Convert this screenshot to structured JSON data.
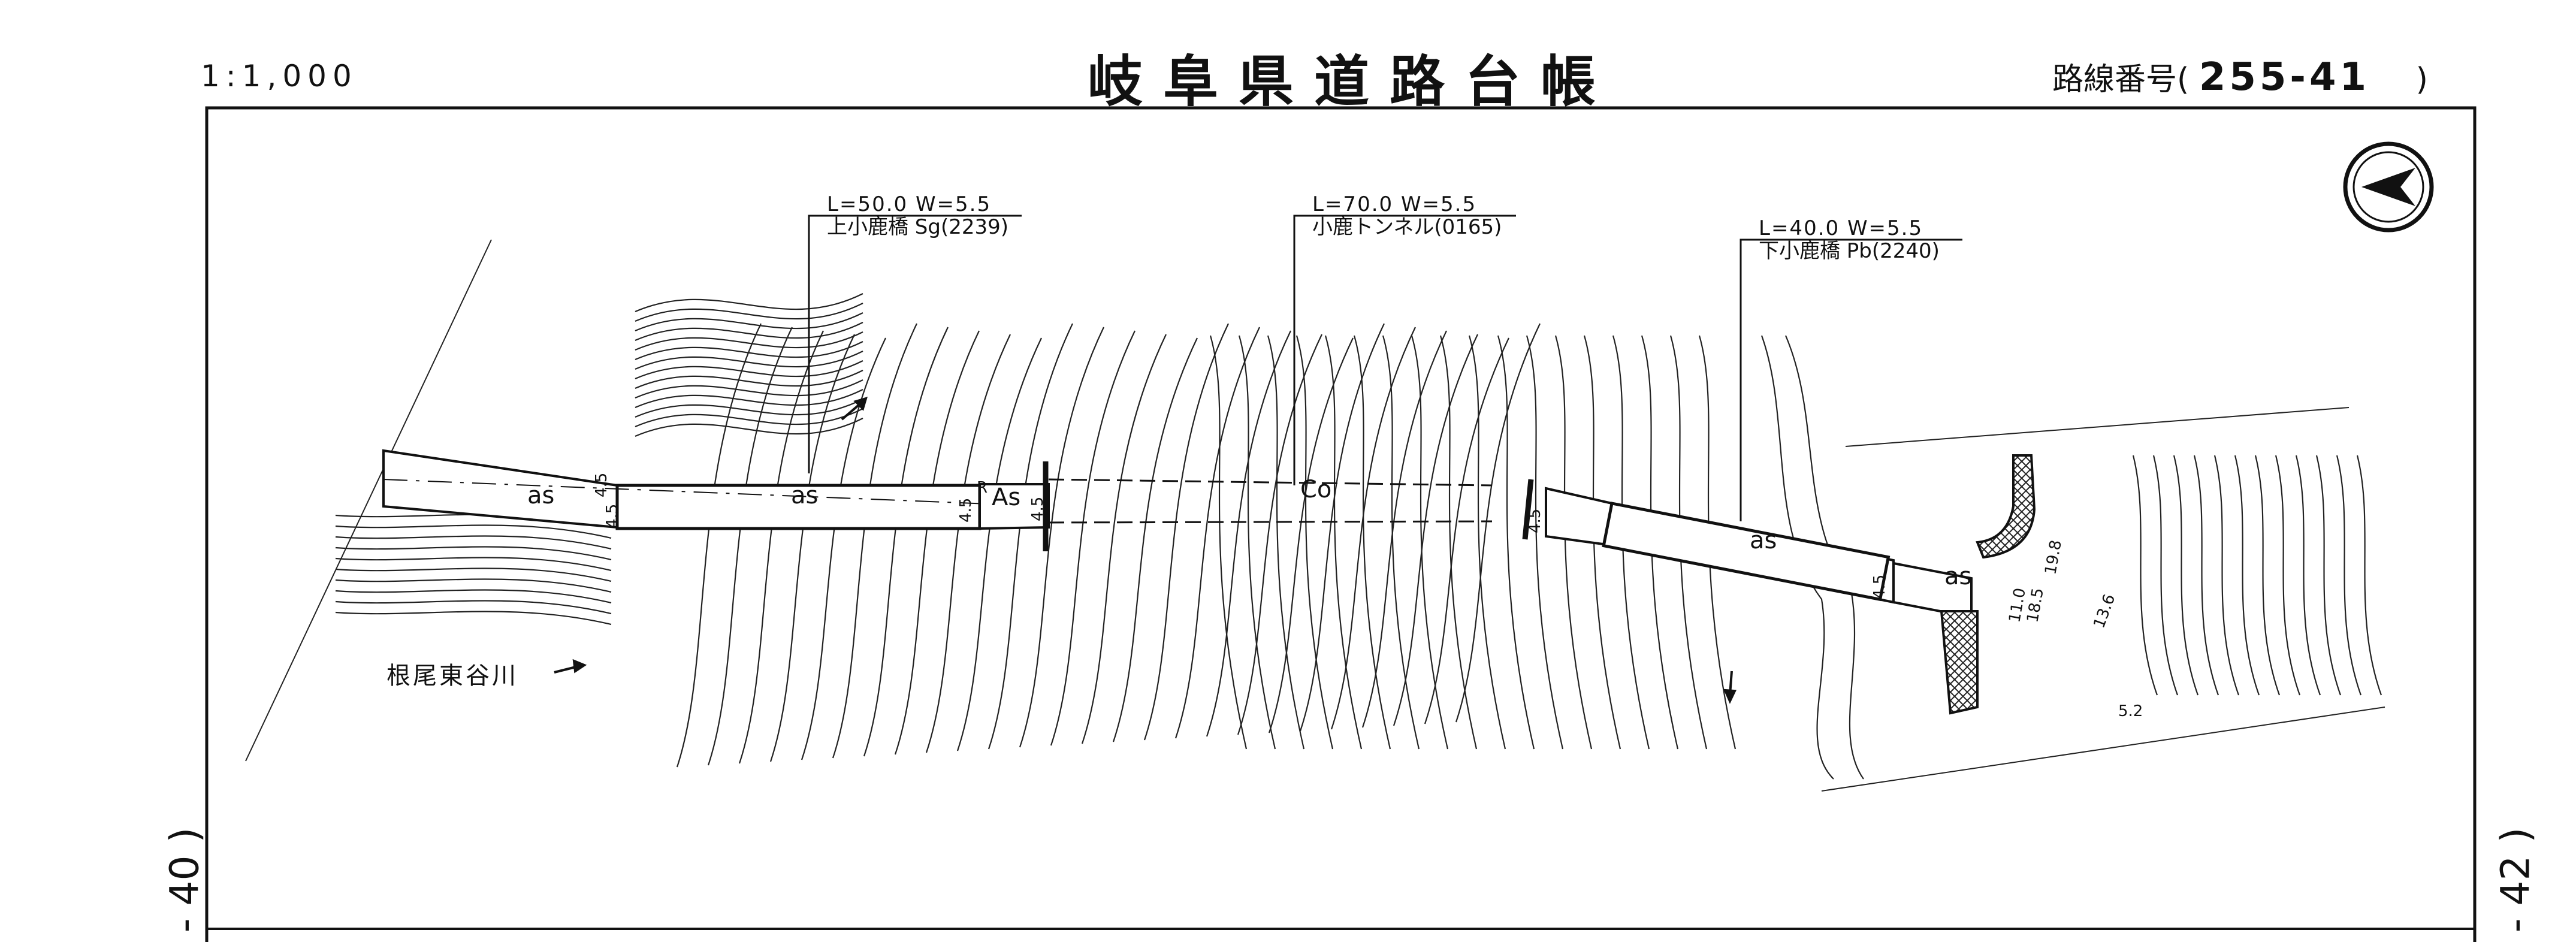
{
  "header": {
    "scale": "1:1,000",
    "title": "岐阜県道路台帳",
    "route_prefix": "路線番号(",
    "route_number": "255-41",
    "route_suffix": ")"
  },
  "adjacent_sheets": {
    "left": "- 40 )",
    "right": "- 42 )"
  },
  "structures": [
    {
      "dims": "L=50.0 W=5.5",
      "name": "上小鹿橋 Sg(2239)"
    },
    {
      "dims": "L=70.0 W=5.5",
      "name": "小鹿トンネル(0165)"
    },
    {
      "dims": "L=40.0 W=5.5",
      "name": "下小鹿橋 Pb(2240)"
    }
  ],
  "river_name": "根尾東谷川",
  "road_labels": {
    "as1": "as",
    "as2": "as",
    "as3": "As",
    "co": "Co",
    "as4": "as",
    "as5": "as",
    "r": "R",
    "widths": [
      "4.5",
      "4.5",
      "4.5",
      "4.5",
      "4.5",
      "4.5"
    ],
    "side_dims": [
      "13.6",
      "11.0",
      "19.8",
      "18.5",
      "5.2"
    ]
  },
  "icons": {
    "north_arrow": "north-arrow-icon",
    "flow_arrows": "flow-arrow-icon"
  },
  "colors": {
    "ink": "#111111",
    "paper": "#ffffff"
  }
}
